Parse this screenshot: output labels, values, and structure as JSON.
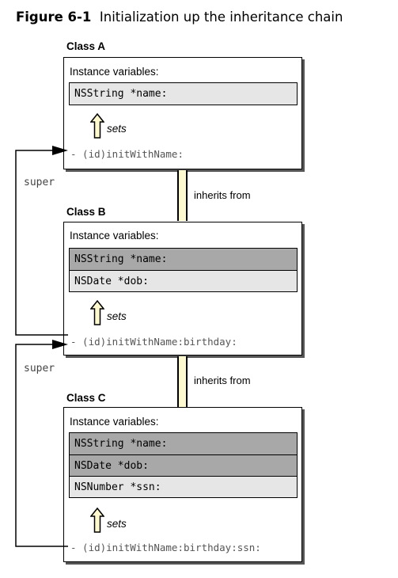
{
  "figure": {
    "number": "Figure 6-1",
    "title": "Initialization up the inheritance chain"
  },
  "classes": [
    {
      "name": "Class A",
      "ivars_label": "Instance variables:",
      "variables": [
        {
          "text": "NSString *name:",
          "inherited": false
        }
      ],
      "sets_label": "sets",
      "method": "- (id)initWithName:"
    },
    {
      "name": "Class B",
      "ivars_label": "Instance variables:",
      "variables": [
        {
          "text": "NSString *name:",
          "inherited": true
        },
        {
          "text": "NSDate *dob:",
          "inherited": false
        }
      ],
      "sets_label": "sets",
      "method": "- (id)initWithName:birthday:"
    },
    {
      "name": "Class C",
      "ivars_label": "Instance variables:",
      "variables": [
        {
          "text": "NSString *name:",
          "inherited": true
        },
        {
          "text": "NSDate *dob:",
          "inherited": true
        },
        {
          "text": "NSNumber *ssn:",
          "inherited": false
        }
      ],
      "sets_label": "sets",
      "method": "- (id)initWithName:birthday:ssn:"
    }
  ],
  "connectors": [
    {
      "label": "inherits from"
    },
    {
      "label": "inherits from"
    }
  ],
  "super_calls": [
    {
      "label": "super"
    },
    {
      "label": "super"
    }
  ],
  "colors": {
    "inherited_var": "#a8a8a8",
    "own_var": "#e6e6e6",
    "connector_fill": "#fff9cf"
  }
}
